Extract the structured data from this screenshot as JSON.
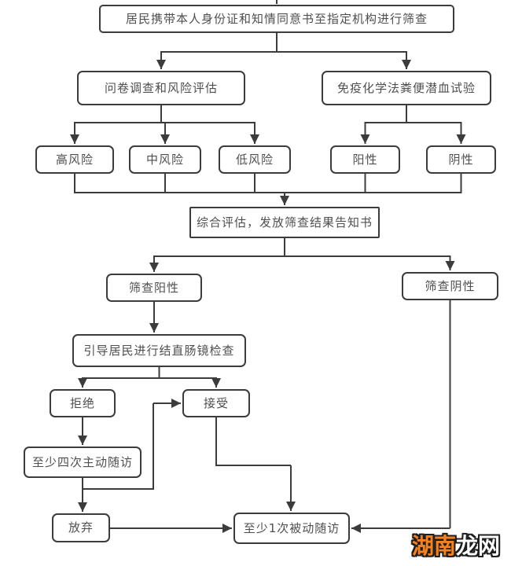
{
  "diagram": {
    "nodes": {
      "start": {
        "label": "居民携带本人身份证和知情同意书至指定机构进行筛查"
      },
      "questionnaire": {
        "label": "问卷调查和风险评估"
      },
      "fobt": {
        "label": "免疫化学法粪便潜血试验"
      },
      "high_risk": {
        "label": "高风险"
      },
      "mid_risk": {
        "label": "中风险"
      },
      "low_risk": {
        "label": "低风险"
      },
      "positive": {
        "label": "阳性"
      },
      "negative": {
        "label": "阴性"
      },
      "evaluation": {
        "label": "综合评估，发放筛查结果告知书"
      },
      "screen_positive": {
        "label": "筛查阳性"
      },
      "screen_negative": {
        "label": "筛查阴性"
      },
      "colonoscopy": {
        "label": "引导居民进行结直肠镜检查"
      },
      "refuse": {
        "label": "拒绝"
      },
      "accept": {
        "label": "接受"
      },
      "active_followup": {
        "label": "至少四次主动随访"
      },
      "give_up": {
        "label": "放弃"
      },
      "passive_followup": {
        "label": "至少1次被动随访"
      }
    },
    "watermark": {
      "part1": "湖南",
      "part2": "龙网",
      "part1_color": "#f5821f",
      "part2_color": "#ffffff",
      "outline_color": "#1f1f1f"
    },
    "colors": {
      "line": "#3c3c3c",
      "box_border": "#3c3c3c",
      "text": "#4f4f4f",
      "background": "#ffffff"
    }
  }
}
